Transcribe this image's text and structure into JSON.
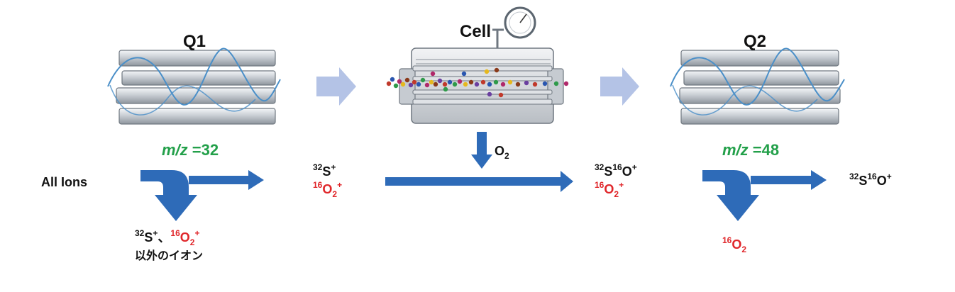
{
  "stages": {
    "q1_title": "Q1",
    "cell_title": "Cell",
    "q2_title": "Q2"
  },
  "q1": {
    "mz_italic": "m/z",
    "mz_value": " =32",
    "input_label": "All Ions",
    "rejected_line2": "以外のイオン"
  },
  "gas": {
    "symbol": "O",
    "subscript": "2"
  },
  "q2": {
    "mz_italic": "m/z",
    "mz_value": " =48"
  },
  "ions": {
    "s32_mass": "32",
    "s_symbol": "S",
    "o16_mass": "16",
    "o_symbol": "O",
    "o2_sub": "2",
    "plus": "+",
    "separator": "、"
  },
  "colors": {
    "arrow_blue": "#2e6bb8",
    "flow_arrow": "#b4c3e6",
    "mz_green": "#23a04a",
    "ion_red": "#e0262a",
    "wave": "#4a8fc8"
  }
}
